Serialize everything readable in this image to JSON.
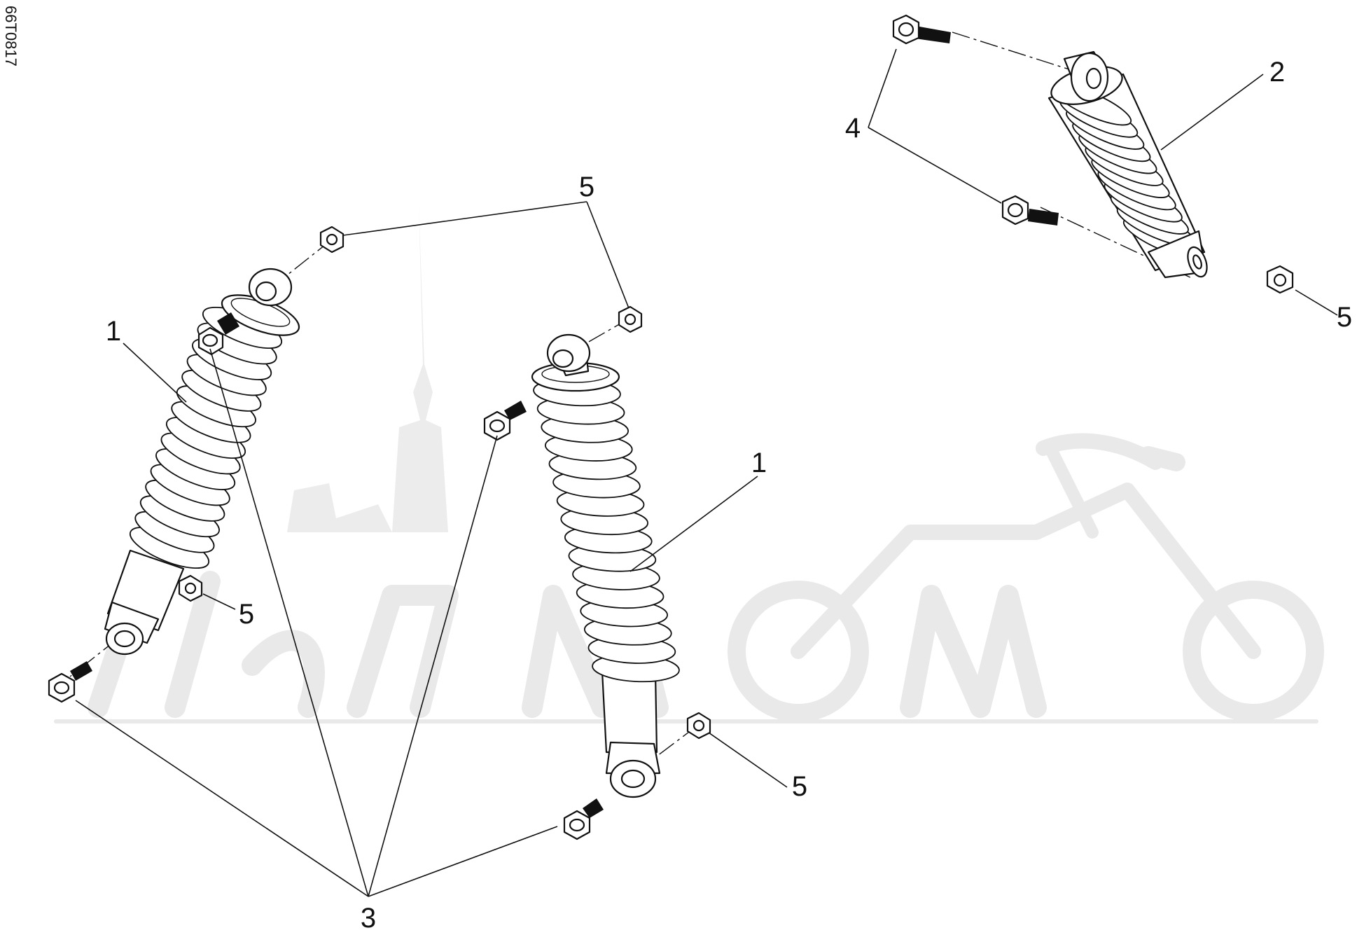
{
  "drawing_code": "66T0817",
  "callouts": {
    "c1_left": "1",
    "c1_right": "1",
    "c2": "2",
    "c3": "3",
    "c4": "4",
    "c5_top": "5",
    "c5_left_lower": "5",
    "c5_right_lower": "5",
    "c5_upper_right": "5"
  }
}
